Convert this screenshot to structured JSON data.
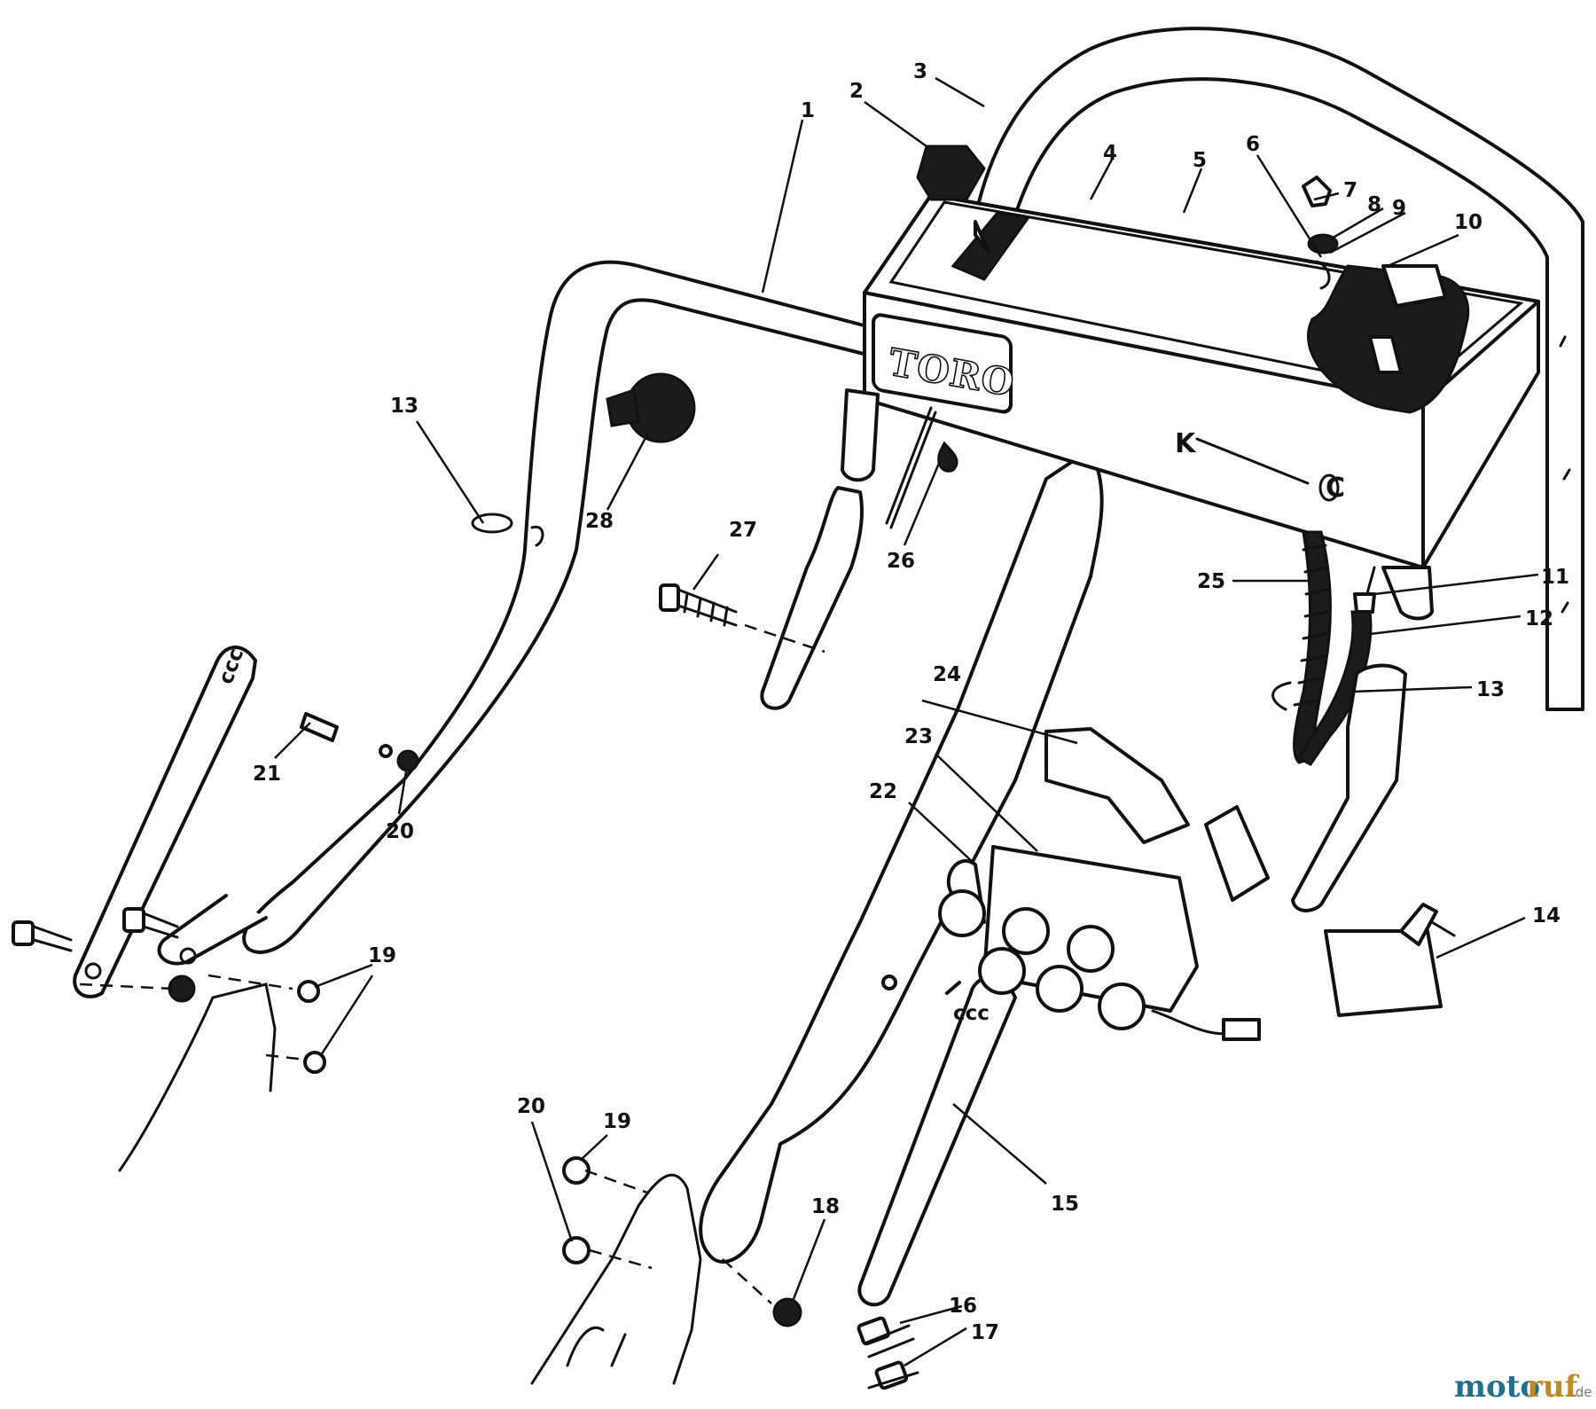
{
  "diagram": {
    "brand_label": "TORO",
    "slot_markers": [
      "K",
      "C"
    ],
    "callouts": [
      {
        "id": "c1",
        "text": "1"
      },
      {
        "id": "c2",
        "text": "2"
      },
      {
        "id": "c3",
        "text": "3"
      },
      {
        "id": "c4",
        "text": "4"
      },
      {
        "id": "c5",
        "text": "5"
      },
      {
        "id": "c6",
        "text": "6"
      },
      {
        "id": "c7",
        "text": "7"
      },
      {
        "id": "c8",
        "text": "8"
      },
      {
        "id": "c9",
        "text": "9"
      },
      {
        "id": "c10",
        "text": "10"
      },
      {
        "id": "c11",
        "text": "11"
      },
      {
        "id": "c12",
        "text": "12"
      },
      {
        "id": "c13a",
        "text": "13"
      },
      {
        "id": "c13b",
        "text": "13"
      },
      {
        "id": "c14",
        "text": "14"
      },
      {
        "id": "c15",
        "text": "15"
      },
      {
        "id": "c16",
        "text": "16"
      },
      {
        "id": "c17",
        "text": "17"
      },
      {
        "id": "c18",
        "text": "18"
      },
      {
        "id": "c19a",
        "text": "19"
      },
      {
        "id": "c19b",
        "text": "19"
      },
      {
        "id": "c20a",
        "text": "20"
      },
      {
        "id": "c20b",
        "text": "20"
      },
      {
        "id": "c21",
        "text": "21"
      },
      {
        "id": "c22",
        "text": "22"
      },
      {
        "id": "c23",
        "text": "23"
      },
      {
        "id": "c24",
        "text": "24"
      },
      {
        "id": "c25",
        "text": "25"
      },
      {
        "id": "c26",
        "text": "26"
      },
      {
        "id": "c27",
        "text": "27"
      },
      {
        "id": "c28",
        "text": "28"
      }
    ]
  },
  "watermark": {
    "part1": "moto",
    "part2": "ruf",
    "suffix": ".de"
  }
}
